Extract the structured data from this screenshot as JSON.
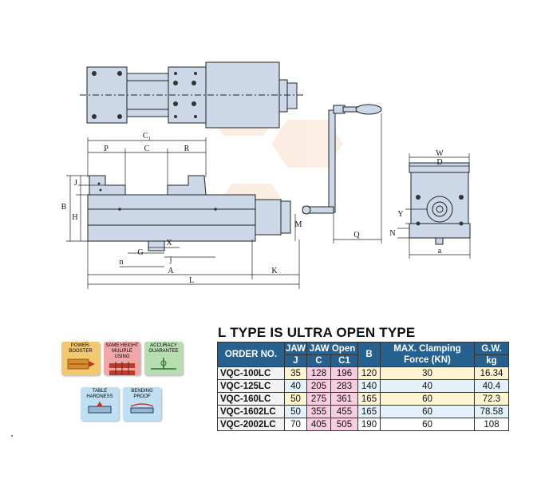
{
  "drawing": {
    "dims": {
      "C1": "C₁",
      "P": "P",
      "C": "C",
      "R": "R",
      "J": "J",
      "B": "B",
      "H": "H",
      "X": "X",
      "G": "G",
      "j": "j",
      "n": "n",
      "A": "A",
      "L": "L",
      "K": "K",
      "M": "M",
      "Q": "Q",
      "W": "W",
      "D": "D",
      "Y": "Y",
      "N": "N",
      "a": "a"
    }
  },
  "features": [
    {
      "label": "POWER-BOOSTER",
      "color": "#e9b23a"
    },
    {
      "label": "SAME HEIGHT MULIPLE USING",
      "color": "#e88c8c"
    },
    {
      "label": "ACCURACY GUARANTEE",
      "color": "#8cc08c"
    },
    {
      "label": "TABLE HARDNESS",
      "color": "#9ccbe6"
    },
    {
      "label": "BENDING PROOF",
      "color": "#9ccbe6"
    }
  ],
  "title": "L TYPE IS ULTRA OPEN TYPE",
  "table": {
    "headers": {
      "order": "ORDER NO.",
      "jaw": "JAW",
      "jaw_sub": "J",
      "jaw_open": "JAW Open",
      "c": "C",
      "c1": "C1",
      "b": "B",
      "clamp": "MAX. Clamping Force (KN)",
      "gw": "G.W.",
      "gw_sub": "kg"
    },
    "rows": [
      {
        "order": "VQC-100LC",
        "j": "35",
        "c": "128",
        "c1": "196",
        "b": "120",
        "force": "30",
        "gw": "16.34"
      },
      {
        "order": "VQC-125LC",
        "j": "40",
        "c": "205",
        "c1": "283",
        "b": "140",
        "force": "40",
        "gw": "40.4"
      },
      {
        "order": "VQC-160LC",
        "j": "50",
        "c": "275",
        "c1": "361",
        "b": "165",
        "force": "60",
        "gw": "72.3"
      },
      {
        "order": "VQC-1602LC",
        "j": "50",
        "c": "355",
        "c1": "455",
        "b": "165",
        "force": "60",
        "gw": "78.58"
      },
      {
        "order": "VQC-2002LC",
        "j": "70",
        "c": "405",
        "c1": "505",
        "b": "190",
        "force": "60",
        "gw": "108"
      }
    ]
  }
}
